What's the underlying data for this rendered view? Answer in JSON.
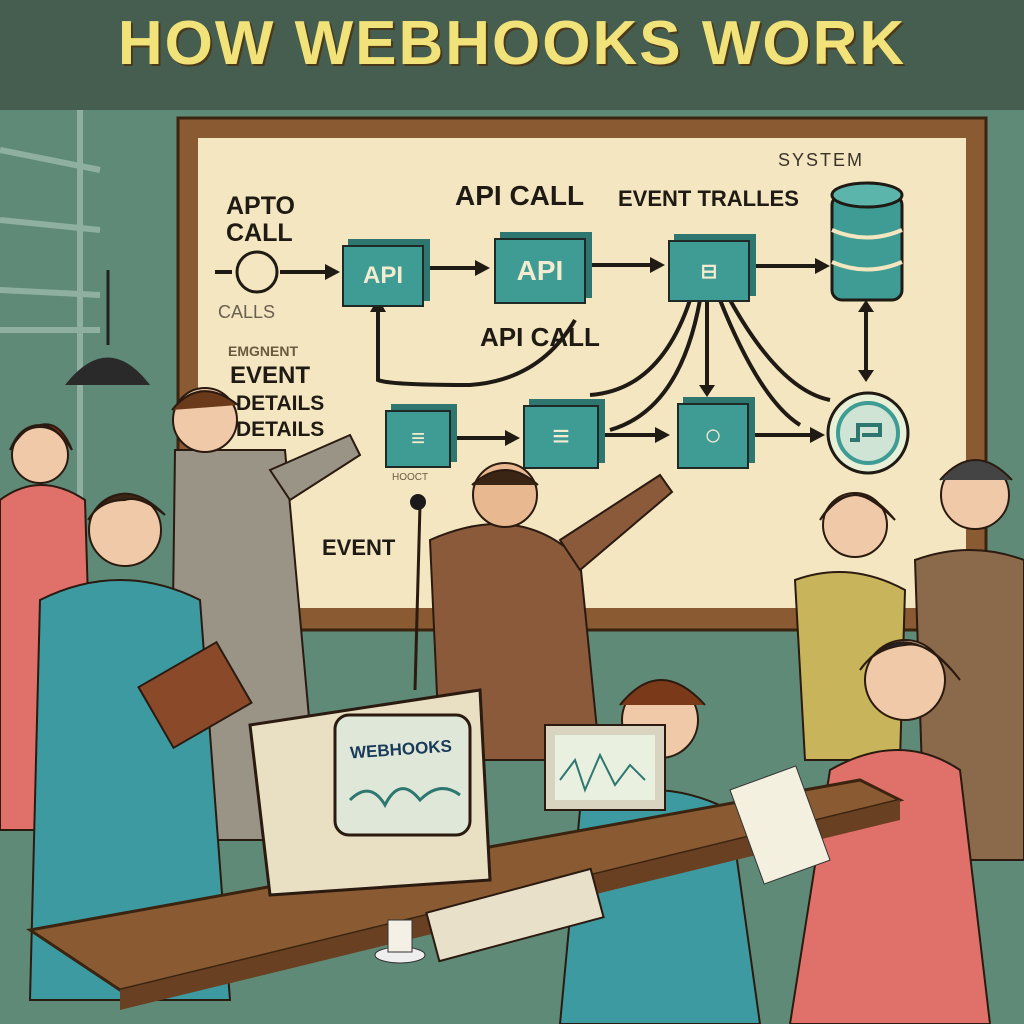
{
  "title": "HOW WEBHOOKS WORK",
  "board": {
    "labels": {
      "apto_call_1": "APTO",
      "apto_call_2": "CALL",
      "calls": "CALLS",
      "api_call_top": "API CALL",
      "event_tralles": "EVENT TRALLES",
      "system": "SYSTEM",
      "api_call_mid": "API CALL",
      "emgnent": "EMGNENT",
      "event": "EVENT",
      "details_1": "DETAILS",
      "details_2": "DETAILS",
      "hooct": "HOOCT",
      "event_bottom": "EVENT"
    },
    "boxes": {
      "api_1": "API",
      "api_2": "API"
    }
  },
  "monitor": {
    "screen_text": "WEBHOOKS"
  },
  "colors": {
    "title": "#f2e27a",
    "teal": "#3f9c94",
    "board": "#f3e6c0",
    "wall": "#5f8a78",
    "desk": "#8a5a32"
  }
}
